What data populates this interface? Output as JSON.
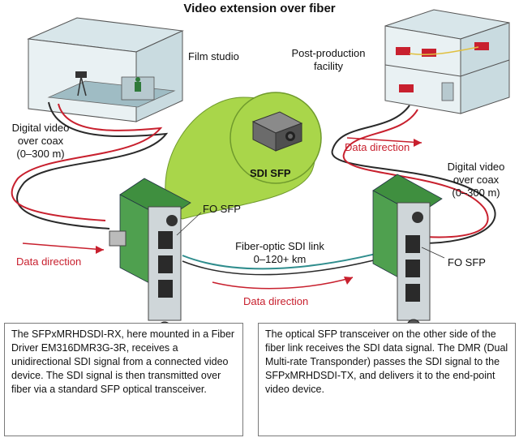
{
  "title": "Video extension over fiber",
  "labels": {
    "film_studio": "Film studio",
    "post_production_line1": "Post-production",
    "post_production_line2": "facility",
    "sdi_sfp": "SDI SFP",
    "fo_sfp_left": "FO SFP",
    "fo_sfp_right": "FO SFP",
    "digital_video_left_line1": "Digital video",
    "digital_video_left_line2": "over coax",
    "digital_video_left_line3": "(0–300 m)",
    "digital_video_right_line1": "Digital video",
    "digital_video_right_line2": "over coax",
    "digital_video_right_line3": "(0–300 m)",
    "fiber_link_line1": "Fiber-optic SDI link",
    "fiber_link_line2": "0–120+ km",
    "data_direction_left": "Data direction",
    "data_direction_center": "Data direction",
    "data_direction_right": "Data direction"
  },
  "descriptions": {
    "left": "The SFPxMRHDSDI-RX, here mounted in a Fiber Driver EM316DMR3G-3R, receives a unidirectional SDI signal from a connected video device.  The SDI signal is then transmitted over fiber via a standard SFP optical transceiver.",
    "right": "The optical SFP transceiver on the other side of the fiber link receives the SDI data signal. The DMR (Dual Multi-rate Transponder) passes the SDI signal to the SFPxMRHDSDI-TX, and delivers it to the end-point video device."
  },
  "colors": {
    "accent_red": "#c8202e",
    "cable_dark": "#2a2a2a",
    "fiber_teal": "#2f8d8d",
    "board_green": "#3f8f3f",
    "bubble_green": "#a9d64a"
  }
}
